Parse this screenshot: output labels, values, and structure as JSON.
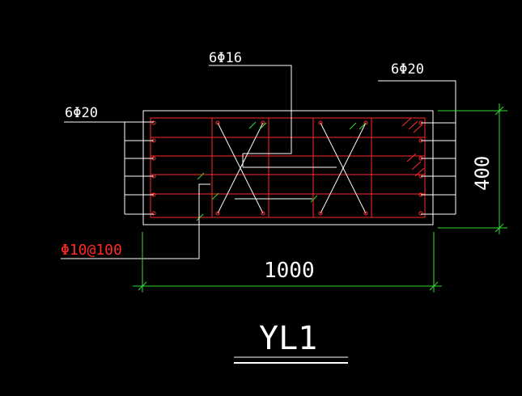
{
  "drawing": {
    "title": "YL1",
    "labels": {
      "top_middle_bars": "6Φ16",
      "right_bars": "6Φ20",
      "left_bars": "6Φ20",
      "stirrups": "Φ10@100"
    },
    "dimensions": {
      "width": "1000",
      "height": "400"
    }
  },
  "colors": {
    "background": "#000000",
    "outline": "#ffffff",
    "rebar": "#ff2a2a",
    "dimension": "#33dd33",
    "text": "#ffffff",
    "stirrup_label": "#ff2a2a"
  }
}
